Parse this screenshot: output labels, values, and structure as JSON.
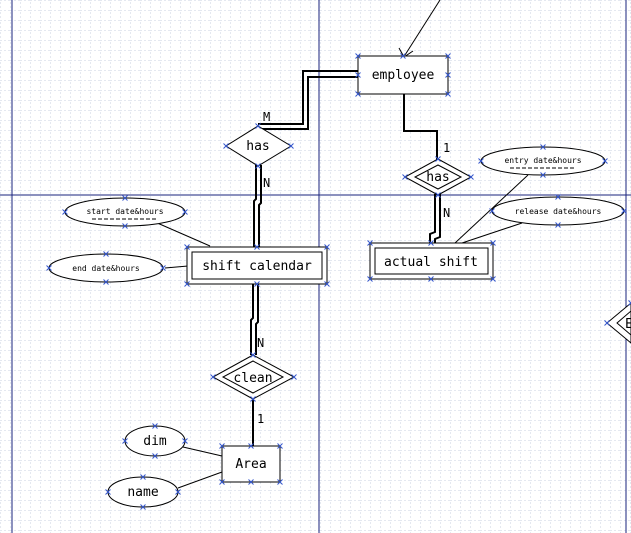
{
  "colors": {
    "grid": "#c8d2e0",
    "page_line": "#1a237e",
    "stroke": "#000000",
    "handle": "#3355cc"
  },
  "entities": {
    "employee": "employee",
    "shift_calendar": "shift calendar",
    "actual_shift": "actual shift",
    "area": "Area"
  },
  "relationships": {
    "has_left": "has",
    "has_right": "has",
    "clean": "clean",
    "partial": "E"
  },
  "attributes": {
    "entry_date_hours": "entry date&hours",
    "release_date_hours": "release date&hours",
    "start_date_hours": "start date&hours",
    "end_date_hours": "end date&hours",
    "dim": "dim",
    "name": "name"
  },
  "cardinalities": {
    "m": "M",
    "n1": "N",
    "one1": "1",
    "n2": "N",
    "n3": "N",
    "one2": "1"
  }
}
